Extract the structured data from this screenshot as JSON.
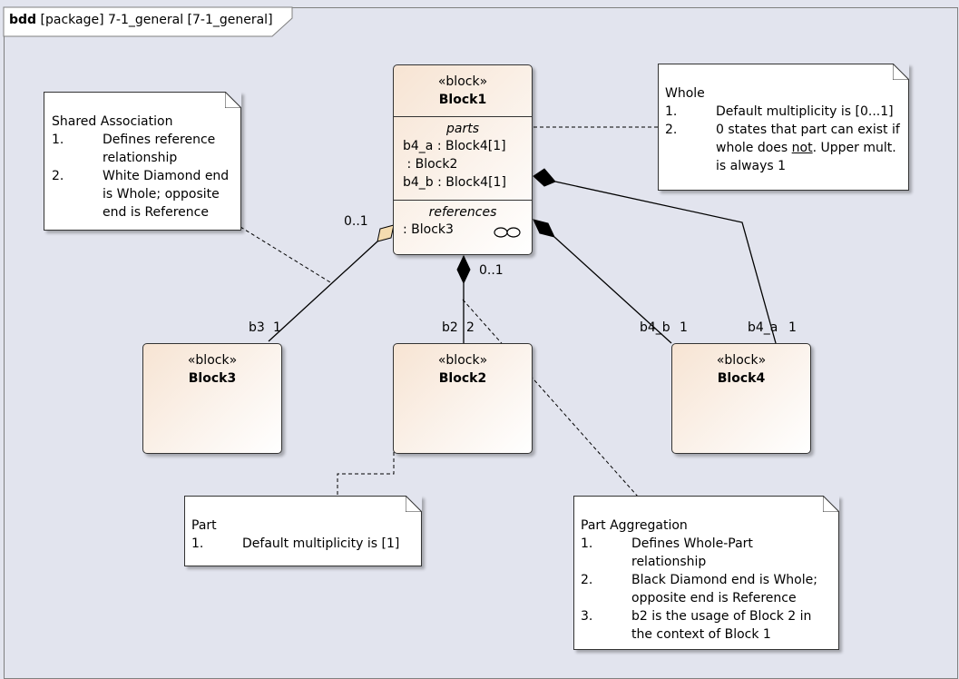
{
  "frame": {
    "kind": "bdd",
    "label": "[package] 7-1_general [7-1_general]"
  },
  "blocks": {
    "block1": {
      "stereotype": "«block»",
      "name": "Block1",
      "parts_title": "parts",
      "parts": [
        "b4_a : Block4[1]",
        " : Block2",
        "b4_b : Block4[1]"
      ],
      "references_title": "references",
      "references": [
        ": Block3"
      ]
    },
    "block2": {
      "stereotype": "«block»",
      "name": "Block2"
    },
    "block3": {
      "stereotype": "«block»",
      "name": "Block3"
    },
    "block4": {
      "stereotype": "«block»",
      "name": "Block4"
    }
  },
  "notes": {
    "shared": {
      "title": "Shared Association",
      "items": [
        {
          "num": "1.",
          "lines": [
            "Defines reference",
            "relationship"
          ]
        },
        {
          "num": "2.",
          "lines": [
            "White Diamond end",
            "is Whole; opposite",
            "end is Reference"
          ]
        }
      ]
    },
    "whole": {
      "title": "Whole",
      "items": [
        {
          "num": "1.",
          "lines": [
            "Default multiplicity is [0...1]"
          ]
        },
        {
          "num": "2.",
          "lines": [
            "0 states that part can exist if",
            "whole does not. Upper mult.",
            "is always 1"
          ]
        }
      ],
      "underlined_word": "not"
    },
    "part": {
      "title": "Part",
      "items": [
        {
          "num": "1.",
          "lines": [
            "Default multiplicity is [1]"
          ]
        }
      ]
    },
    "aggregation": {
      "title": "Part Aggregation",
      "items": [
        {
          "num": "1.",
          "lines": [
            "Defines Whole-Part",
            "relationship"
          ]
        },
        {
          "num": "2.",
          "lines": [
            "Black Diamond end is Whole;",
            "opposite end is Reference"
          ]
        },
        {
          "num": "3.",
          "lines": [
            "b2 is the usage of Block 2 in",
            "the context of Block 1"
          ]
        }
      ]
    }
  },
  "labels": {
    "ref_mult_top": "0..1",
    "ref_role": "b3",
    "ref_mult_bottom": "1",
    "b2_mult_top": "0..1",
    "b2_role": "b2",
    "b2_mult_bottom": "2",
    "b4b_role": "b4_b",
    "b4b_mult": "1",
    "b4a_role": "b4_a",
    "b4a_mult": "1"
  },
  "colors": {
    "background": "#e2e4ee",
    "block_fill": "#f7e4d3",
    "line": "#000000"
  },
  "icons": {
    "reference_glyph": "chain-link-icon"
  }
}
